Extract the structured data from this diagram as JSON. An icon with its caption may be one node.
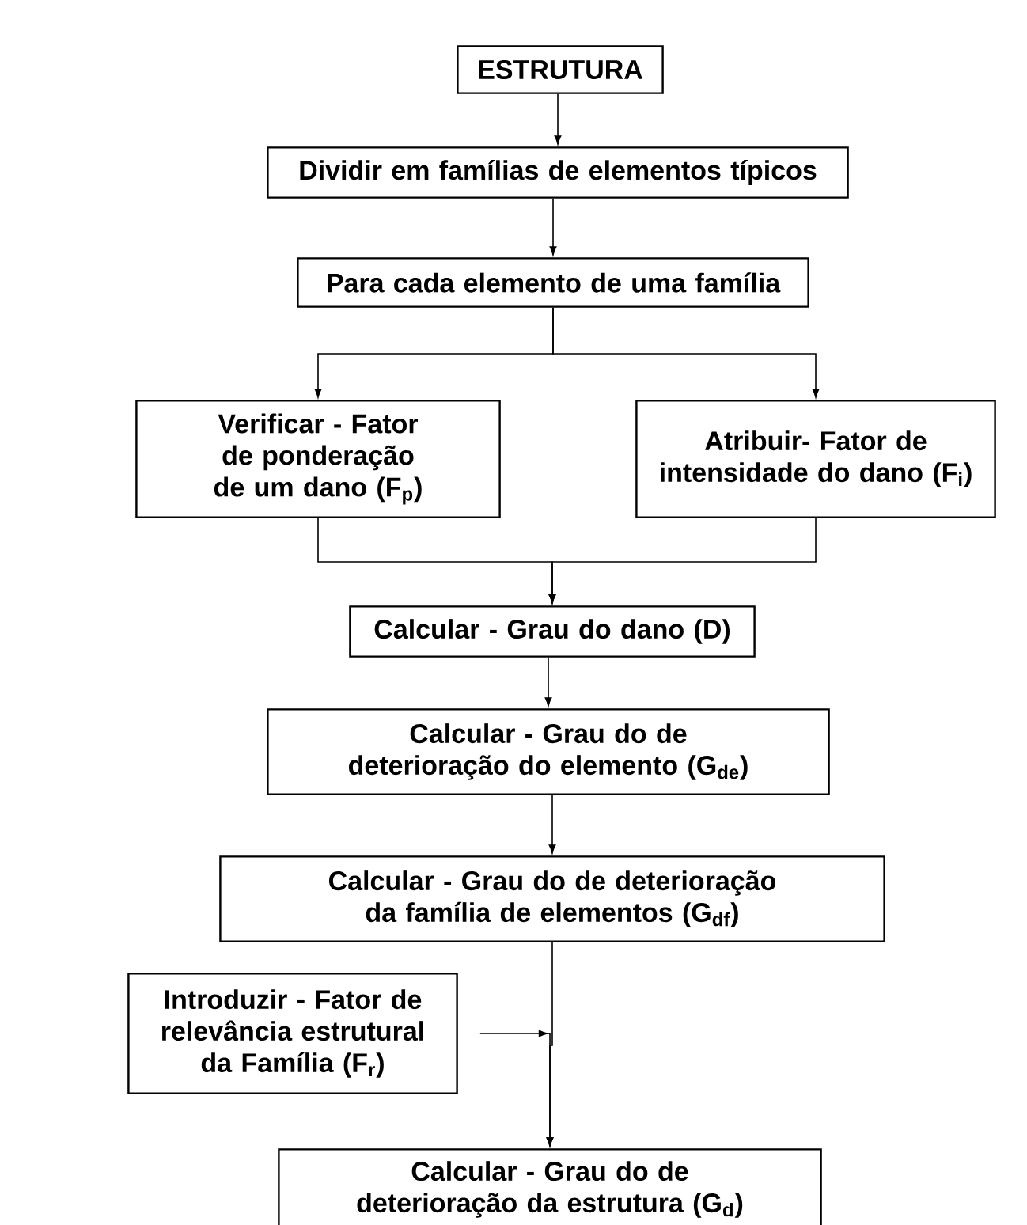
{
  "diagram": {
    "nodes": [
      {
        "text": [
          "ESTRUTURA"
        ]
      },
      {
        "text": [
          "Dividir em famílias de elementos típicos"
        ]
      },
      {
        "text": [
          "Para cada elemento de uma família"
        ]
      },
      {
        "text": [
          "Verificar - Fator de ponderação de um dano (F$_{p}$)"
        ]
      },
      {
        "text": [
          "Atribuir- Fator de intensidade do dano (F$_{i}$)"
        ]
      },
      {
        "text": [
          "Calcular - Grau do dano (D)"
        ]
      },
      {
        "text": [
          "Calcular - Grau do de deterioração do elemento (G$_{de}$)"
        ]
      },
      {
        "text": [
          "Calcular - Grau do de deterioração da família de elementos (G$_{df}$)"
        ]
      },
      {
        "text": [
          "Introduzir - Fator de relevância estrutural da Família (F$_{r}$)"
        ]
      },
      {
        "text": [
          "Calcular - Grau do de deterioração da estrutura (G$_{d}$)"
        ]
      }
    ],
    "edges": [
      {
        "from": 0,
        "to": 1,
        "arrow": "to"
      },
      {
        "from": 1,
        "to": 2,
        "arrow": "to"
      },
      {
        "from": 2,
        "to": 3,
        "arrow": "to"
      },
      {
        "from": 2,
        "to": 4,
        "arrow": "to"
      },
      {
        "from": 3,
        "to": 5,
        "arrow": "to"
      },
      {
        "from": 4,
        "to": 5,
        "arrow": "to"
      },
      {
        "from": 5,
        "to": 6,
        "arrow": "to"
      },
      {
        "from": 6,
        "to": 7,
        "arrow": "to"
      },
      {
        "from": 7,
        "to": 9,
        "arrow": "to"
      },
      {
        "from": 8,
        "to": 9,
        "arrow": "to"
      }
    ]
  }
}
